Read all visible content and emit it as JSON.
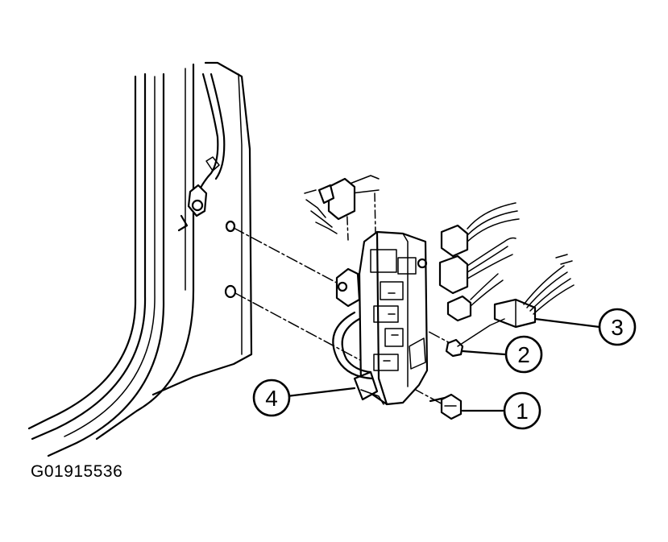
{
  "figure_id": "G01915536",
  "callouts": [
    {
      "id": "1",
      "label": "1"
    },
    {
      "id": "2",
      "label": "2"
    },
    {
      "id": "3",
      "label": "3"
    },
    {
      "id": "4",
      "label": "4"
    }
  ],
  "colors": {
    "ink": "#000000",
    "background": "#ffffff"
  }
}
